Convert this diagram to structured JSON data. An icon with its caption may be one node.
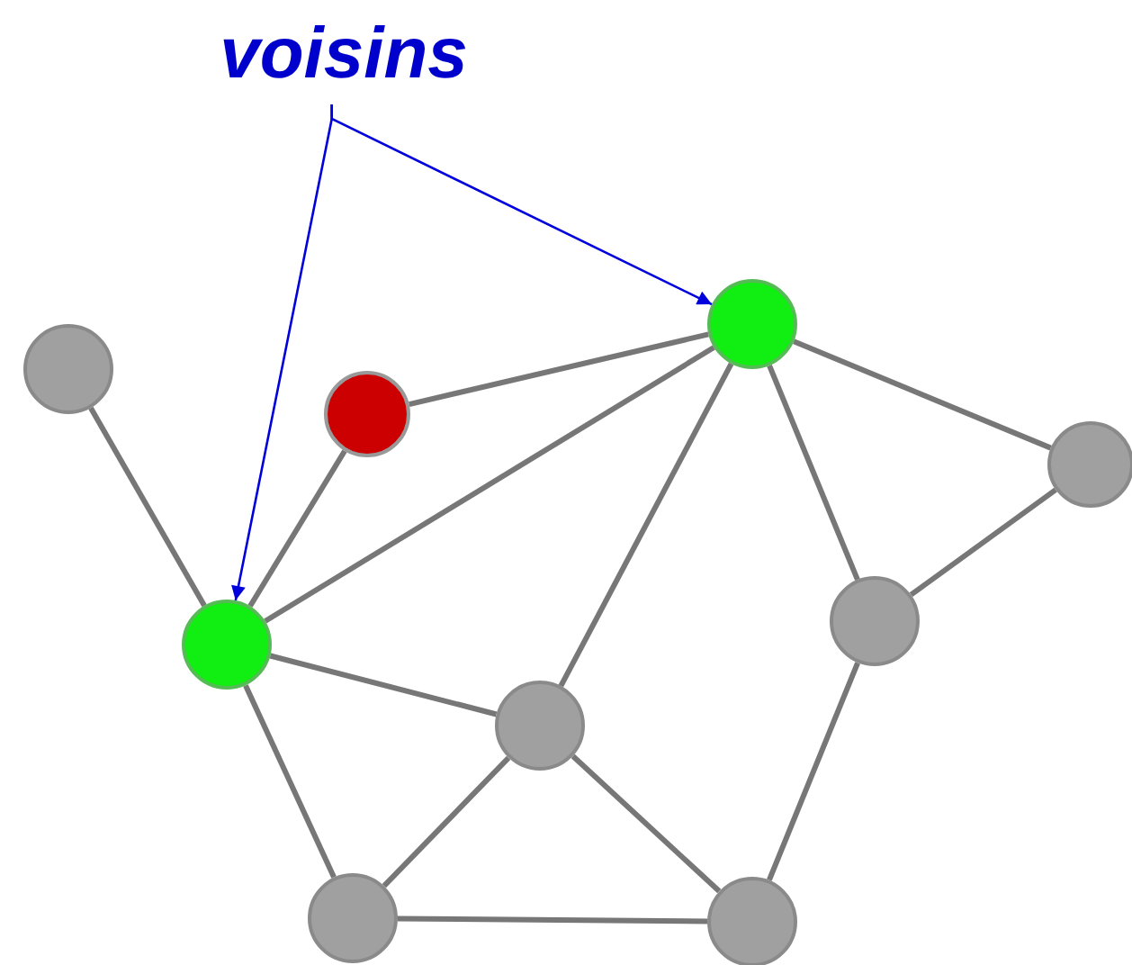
{
  "diagram": {
    "nodes": [
      {
        "text": [
          "voisins"
        ]
      },
      {
        "text": [],
        "shape": "circle"
      },
      {
        "text": [],
        "shape": "circle"
      },
      {
        "text": [],
        "shape": "circle"
      },
      {
        "text": [],
        "shape": "circle"
      },
      {
        "text": [],
        "shape": "circle"
      },
      {
        "text": [],
        "shape": "circle"
      },
      {
        "text": [],
        "shape": "circle"
      },
      {
        "text": [],
        "shape": "circle"
      },
      {
        "text": [],
        "shape": "circle"
      }
    ],
    "edges": [
      {
        "from": 0,
        "to": 1,
        "arrow": "to",
        "color": "#0000dd"
      },
      {
        "from": 0,
        "to": 6,
        "arrow": "to",
        "color": "#0000dd"
      },
      {
        "from": 2,
        "to": 6,
        "arrow": "none"
      },
      {
        "from": 3,
        "to": 6,
        "arrow": "none"
      },
      {
        "from": 3,
        "to": 1,
        "arrow": "none"
      },
      {
        "from": 6,
        "to": 1,
        "arrow": "none"
      },
      {
        "from": 1,
        "to": 4,
        "arrow": "none"
      },
      {
        "from": 1,
        "to": 5,
        "arrow": "none"
      },
      {
        "from": 1,
        "to": 7,
        "arrow": "none"
      },
      {
        "from": 6,
        "to": 7,
        "arrow": "none"
      },
      {
        "from": 6,
        "to": 8,
        "arrow": "none"
      },
      {
        "from": 4,
        "to": 5,
        "arrow": "none"
      },
      {
        "from": 5,
        "to": 9,
        "arrow": "none"
      },
      {
        "from": 7,
        "to": 8,
        "arrow": "none"
      },
      {
        "from": 7,
        "to": 9,
        "arrow": "none"
      },
      {
        "from": 8,
        "to": 9,
        "arrow": "none"
      }
    ]
  }
}
